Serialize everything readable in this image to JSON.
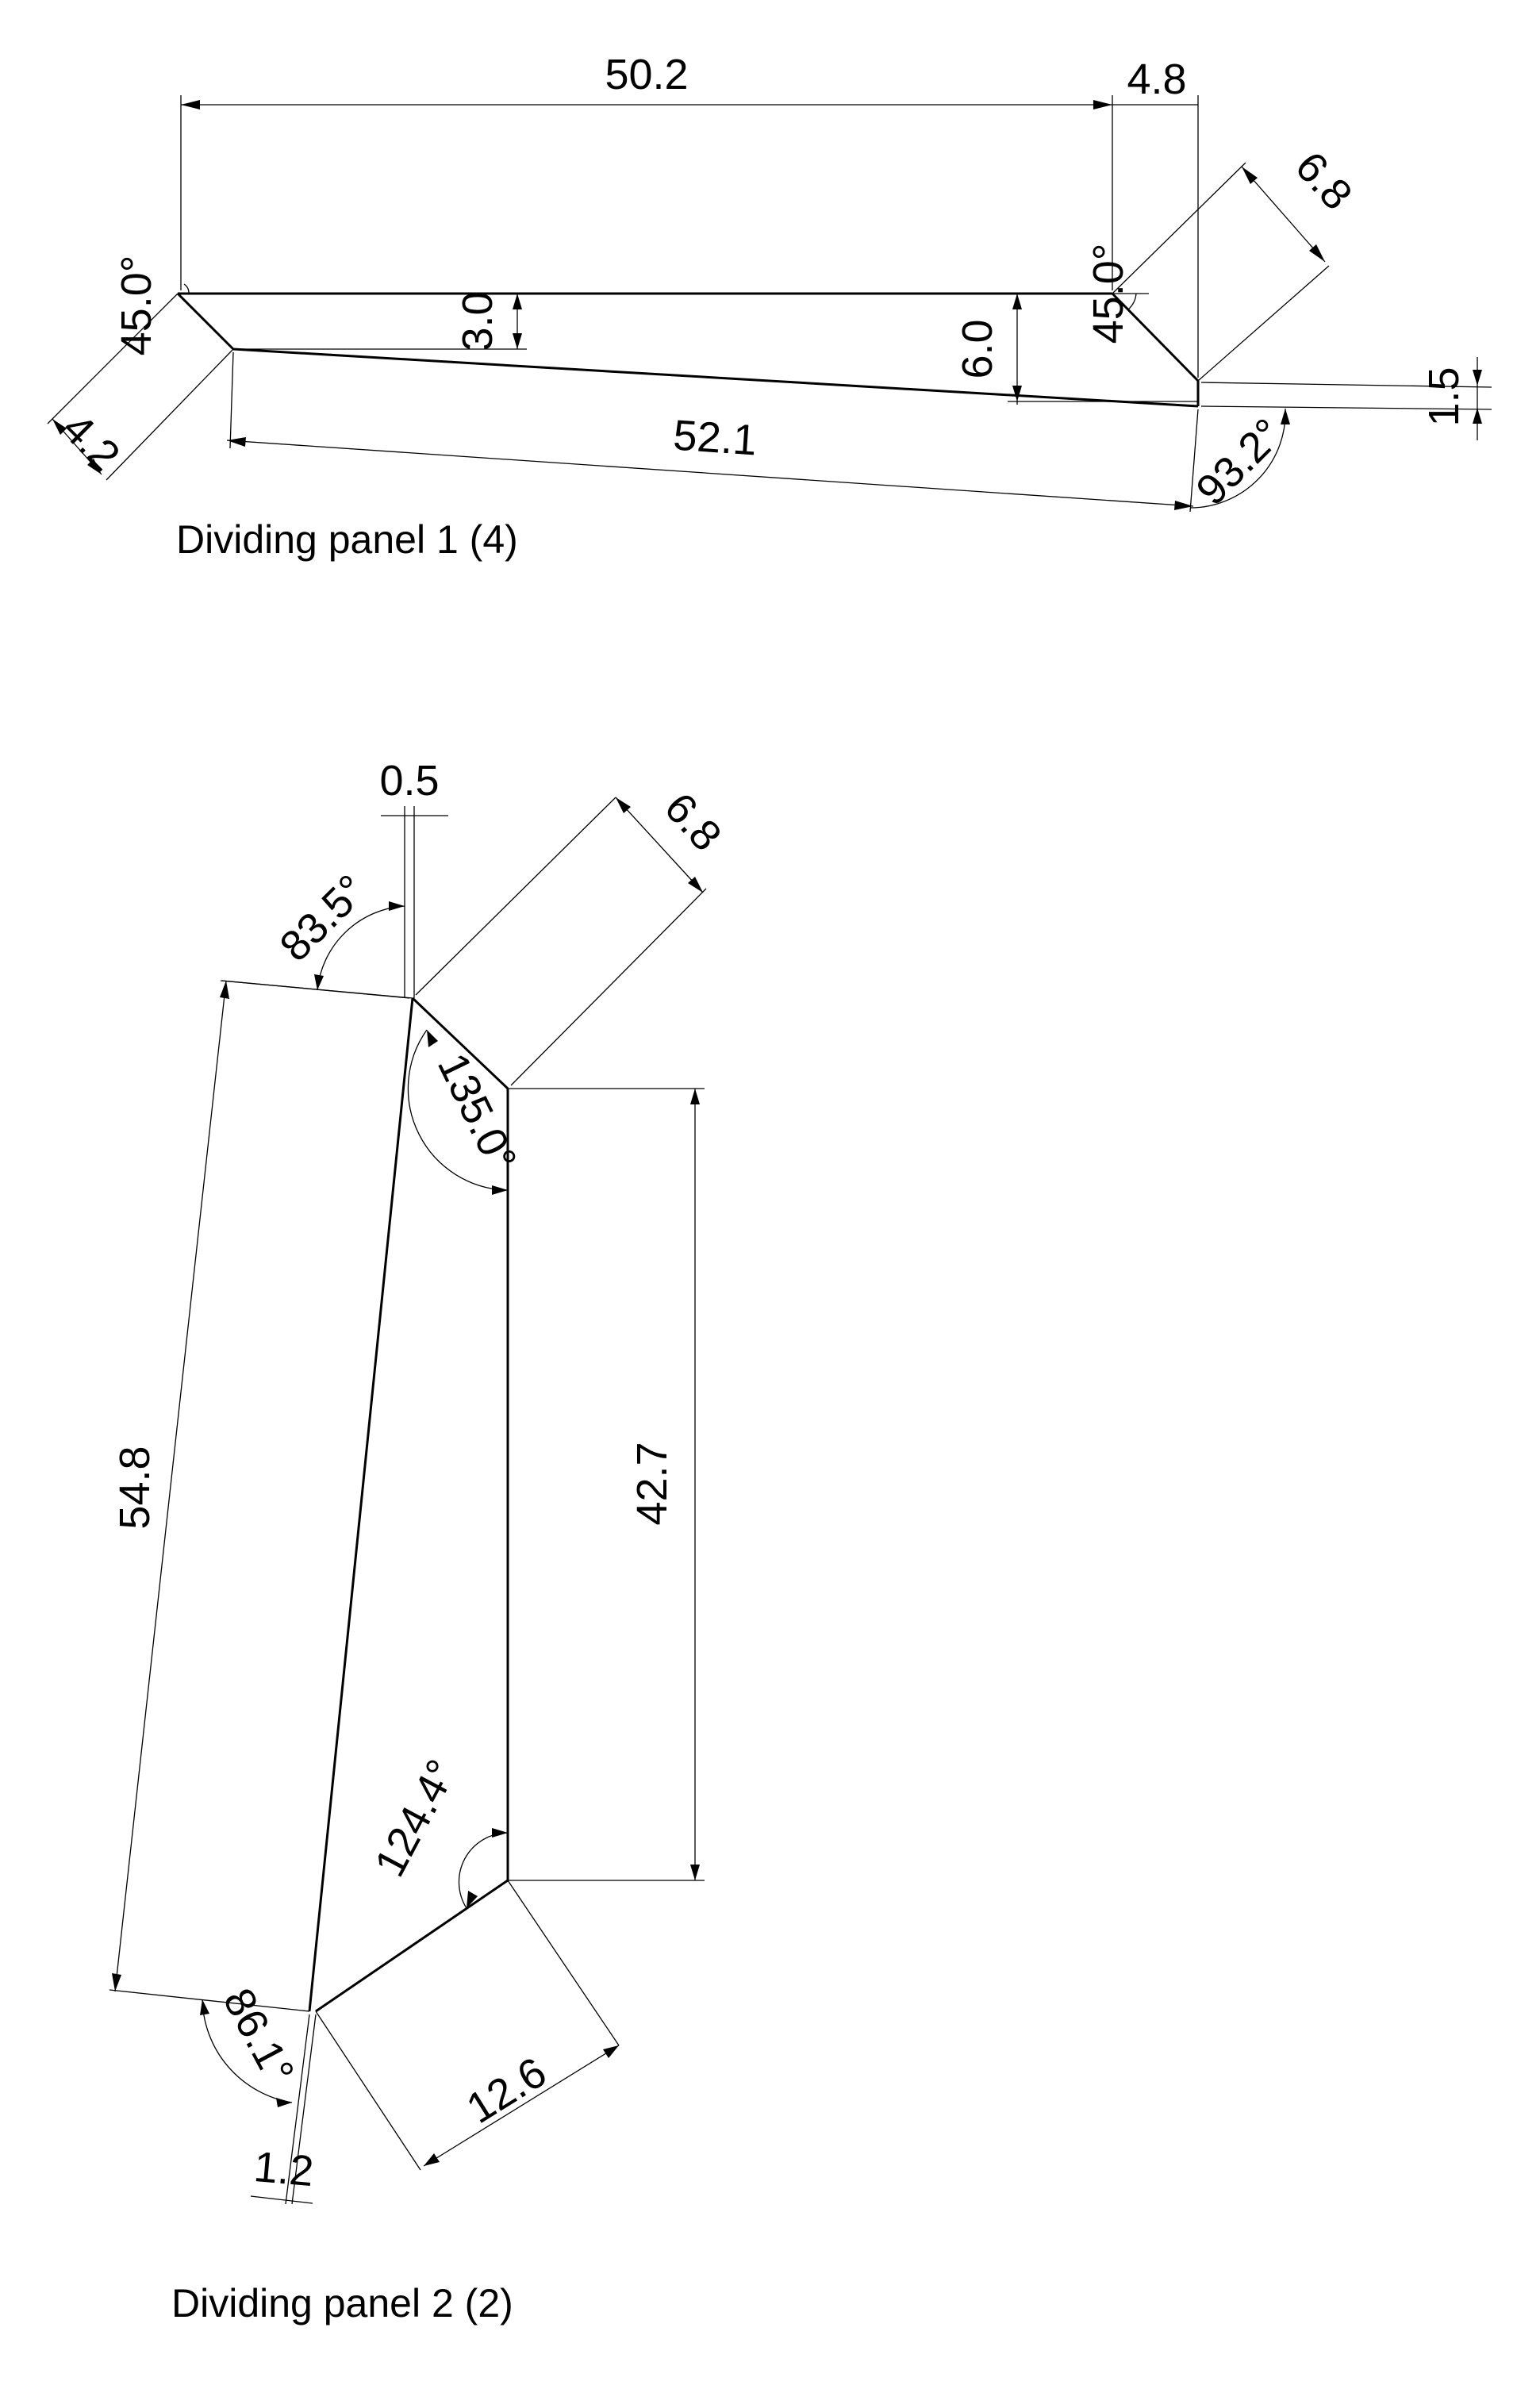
{
  "panel_1": {
    "caption": "Dividing panel 1 (4)",
    "dimensions": {
      "top_length": "50.2",
      "top_offset": "4.8",
      "flap_length": "6.8",
      "left_angle": "45.0°",
      "right_angle": "45.0°",
      "left_drop": "3.0",
      "right_drop": "6.0",
      "end_gap": "1.5",
      "left_flap": "4.2",
      "bottom_length": "52.1",
      "corner_angle": "93.2°"
    }
  },
  "panel_2": {
    "caption": "Dividing panel 2 (2)",
    "dimensions": {
      "top_offset": "0.5",
      "flap_length": "6.8",
      "top_angle": "83.5°",
      "bend_angle": "135.0°",
      "left_length": "54.8",
      "right_length": "42.7",
      "lower_angle": "124.4°",
      "bottom_angle": "86.1°",
      "bottom_offset": "1.2",
      "lower_flap": "12.6"
    }
  }
}
